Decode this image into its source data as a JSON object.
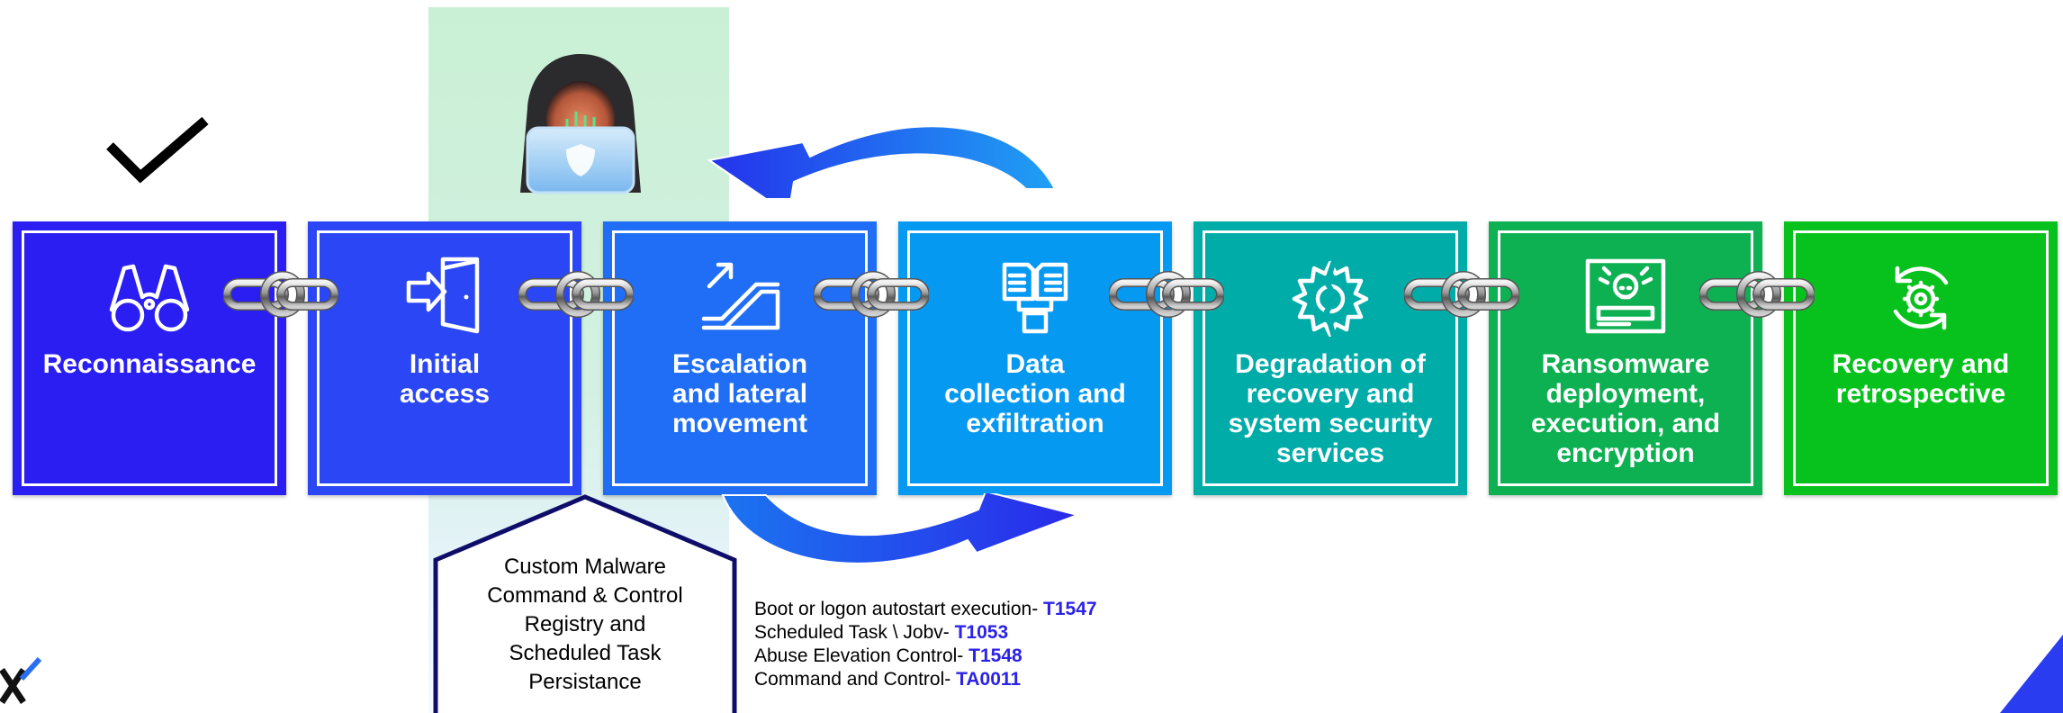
{
  "stages": [
    {
      "label": "Reconnaissance",
      "icon": "binoculars-icon",
      "color": "#2a1ef2"
    },
    {
      "label": "Initial access",
      "icon": "door-arrow-icon",
      "color": "#2b46f4"
    },
    {
      "label": "Escalation and lateral movement",
      "icon": "escalator-icon",
      "color": "#1f6ef5"
    },
    {
      "label": "Data collection and exfiltration",
      "icon": "document-transfer-icon",
      "color": "#0699f2"
    },
    {
      "label": "Degradation of recovery and system security services",
      "icon": "damaged-gear-icon",
      "color": "#00aca8"
    },
    {
      "label": "Ransomware deployment, execution, and encryption",
      "icon": "ransom-screen-icon",
      "color": "#0db152"
    },
    {
      "label": "Recovery and retrospective",
      "icon": "gear-cycle-icon",
      "color": "#07c21d"
    }
  ],
  "persistence": {
    "lines": [
      "Custom Malware",
      "Command & Control",
      "Registry and",
      "Scheduled Task",
      "Persistance"
    ]
  },
  "techniques": [
    {
      "text": "Boot or logon autostart execution- ",
      "id": "T1547"
    },
    {
      "text": "Scheduled Task \\ Jobv- ",
      "id": "T1053"
    },
    {
      "text": "Abuse Elevation Control- ",
      "id": "T1548"
    },
    {
      "text": "Command and Control- ",
      "id": "TA0011"
    }
  ],
  "icons": {
    "completed": "checkmark-icon",
    "attacker": "hooded-hacker-laptop-icon",
    "loop_top": "curved-arrow-left-icon",
    "loop_bottom": "curved-arrow-right-icon",
    "link": "chain-link-icon",
    "brand": "logo-icon"
  },
  "colors": {
    "highlight_band": "#c9f0d4",
    "technique_id": "#2b22e6",
    "arrow": "#1f5cf0",
    "house_outline": "#0e0e6a"
  }
}
